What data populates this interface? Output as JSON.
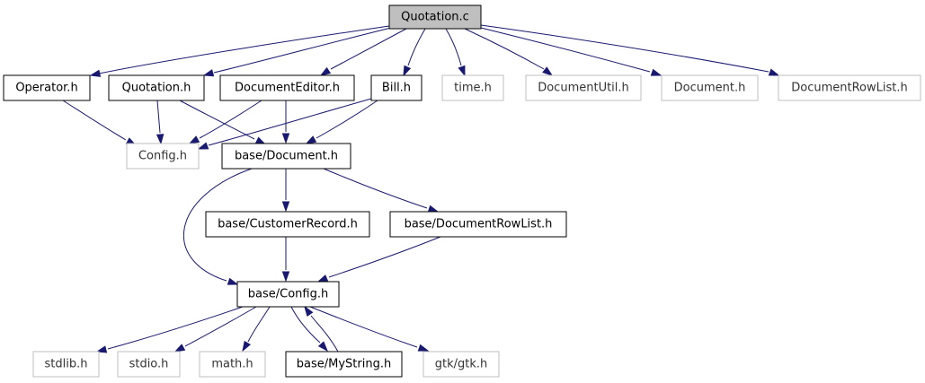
{
  "graph": {
    "arrow_color": "#191970",
    "nodes": {
      "quotation_c": {
        "label": "Quotation.c"
      },
      "operator_h": {
        "label": "Operator.h"
      },
      "quotation_h": {
        "label": "Quotation.h"
      },
      "documenteditor_h": {
        "label": "DocumentEditor.h"
      },
      "bill_h": {
        "label": "Bill.h"
      },
      "time_h": {
        "label": "time.h"
      },
      "documentutil_h": {
        "label": "DocumentUtil.h"
      },
      "document_h": {
        "label": "Document.h"
      },
      "documentrowlist_h": {
        "label": "DocumentRowList.h"
      },
      "config_h": {
        "label": "Config.h"
      },
      "base_document_h": {
        "label": "base/Document.h"
      },
      "base_customerrecord_h": {
        "label": "base/CustomerRecord.h"
      },
      "base_documentrowlist_h": {
        "label": "base/DocumentRowList.h"
      },
      "base_config_h": {
        "label": "base/Config.h"
      },
      "stdlib_h": {
        "label": "stdlib.h"
      },
      "stdio_h": {
        "label": "stdio.h"
      },
      "math_h": {
        "label": "math.h"
      },
      "base_mystring_h": {
        "label": "base/MyString.h"
      },
      "gtk_gtk_h": {
        "label": "gtk/gtk.h"
      }
    },
    "edges": [
      [
        "quotation_c",
        "operator_h"
      ],
      [
        "quotation_c",
        "quotation_h"
      ],
      [
        "quotation_c",
        "documenteditor_h"
      ],
      [
        "quotation_c",
        "bill_h"
      ],
      [
        "quotation_c",
        "time_h"
      ],
      [
        "quotation_c",
        "documentutil_h"
      ],
      [
        "quotation_c",
        "document_h"
      ],
      [
        "quotation_c",
        "documentrowlist_h"
      ],
      [
        "operator_h",
        "config_h"
      ],
      [
        "quotation_h",
        "config_h"
      ],
      [
        "quotation_h",
        "base_document_h"
      ],
      [
        "documenteditor_h",
        "config_h"
      ],
      [
        "documenteditor_h",
        "base_document_h"
      ],
      [
        "bill_h",
        "config_h"
      ],
      [
        "bill_h",
        "base_document_h"
      ],
      [
        "base_document_h",
        "base_customerrecord_h"
      ],
      [
        "base_document_h",
        "base_documentrowlist_h"
      ],
      [
        "base_document_h",
        "base_config_h"
      ],
      [
        "base_customerrecord_h",
        "base_config_h"
      ],
      [
        "base_documentrowlist_h",
        "base_config_h"
      ],
      [
        "base_config_h",
        "stdlib_h"
      ],
      [
        "base_config_h",
        "stdio_h"
      ],
      [
        "base_config_h",
        "math_h"
      ],
      [
        "base_config_h",
        "base_mystring_h"
      ],
      [
        "base_config_h",
        "gtk_gtk_h"
      ],
      [
        "base_mystring_h",
        "base_config_h"
      ]
    ]
  }
}
